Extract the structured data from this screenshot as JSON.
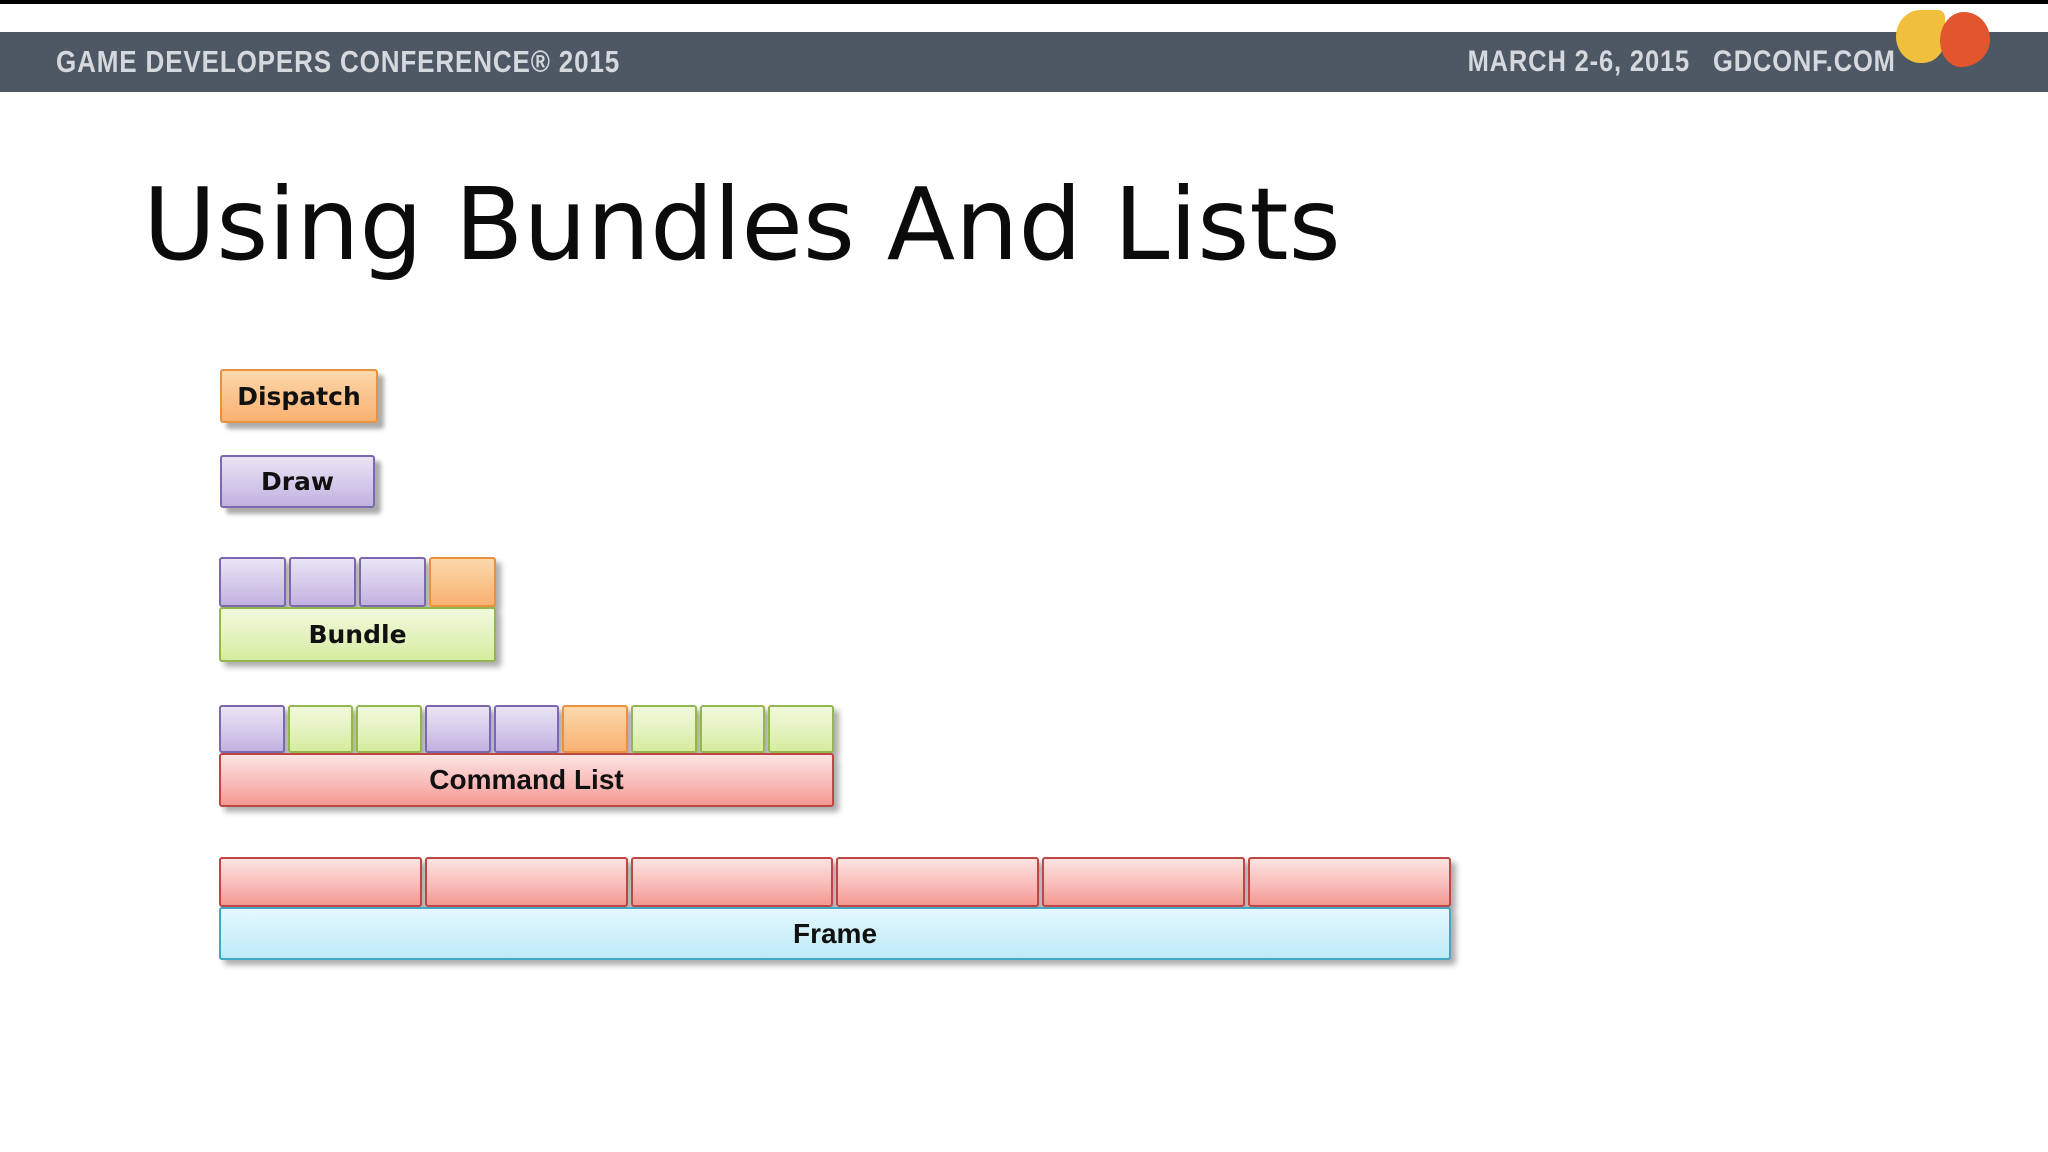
{
  "header": {
    "conference_name": "GAME DEVELOPERS CONFERENCE® 2015",
    "dates": "MARCH 2-6, 2015",
    "website": "GDCONF.COM",
    "colors": {
      "top_strip": "#000000",
      "bar": "#4E5864",
      "text": "#D5D9DE",
      "logo_yellow": "#F0C03C",
      "logo_orange": "#E2552D"
    }
  },
  "slide": {
    "title": "Using Bundles And Lists",
    "background": "#FFFFFF",
    "title_color": "#0B0B0B"
  },
  "diagram": {
    "standalone_boxes": [
      {
        "id": "dispatch",
        "label": "Dispatch",
        "color": "orange"
      },
      {
        "id": "draw",
        "label": "Draw",
        "color": "purple"
      }
    ],
    "groups": [
      {
        "id": "bundle",
        "label": "Bundle",
        "bar_color": "green",
        "blocks": [
          "purple",
          "purple",
          "purple",
          "orange"
        ]
      },
      {
        "id": "command-list",
        "label": "Command List",
        "bar_color": "red",
        "blocks": [
          "purple",
          "green",
          "green",
          "purple",
          "purple",
          "orange",
          "green",
          "green",
          "green"
        ]
      },
      {
        "id": "frame",
        "label": "Frame",
        "bar_color": "cyan",
        "blocks": [
          "red",
          "red",
          "red",
          "red",
          "red",
          "red"
        ]
      }
    ],
    "palette": {
      "purple": {
        "fill_top": "#E9E4F4",
        "fill_mid": "#D4C9EA",
        "fill_bottom": "#C2B1DF",
        "border": "#7B68AE"
      },
      "orange": {
        "fill_top": "#FCD8AC",
        "fill_mid": "#FAC28A",
        "fill_bottom": "#F9B172",
        "border": "#E8913E"
      },
      "green": {
        "fill_top": "#F1F9DC",
        "fill_mid": "#E3F2BE",
        "fill_bottom": "#D6EC9E",
        "border": "#94B64E"
      },
      "red": {
        "fill_top": "#FCE3E2",
        "fill_mid": "#F9BCB9",
        "fill_bottom": "#F49992",
        "border": "#BC4743"
      },
      "cyan": {
        "fill_top": "#E4F8FD",
        "fill_mid": "#CFF1FA",
        "fill_bottom": "#BCEAF7",
        "border": "#43A6C2"
      }
    }
  }
}
